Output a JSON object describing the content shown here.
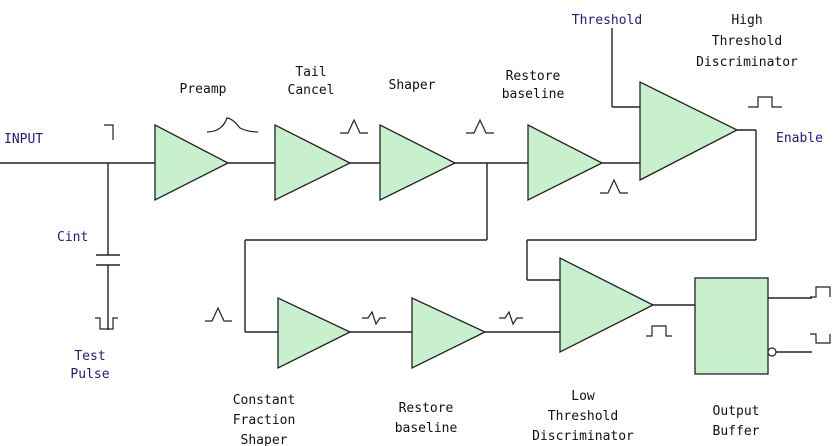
{
  "labels": {
    "input": "INPUT",
    "cint": "Cint",
    "test_pulse": [
      "Test",
      "Pulse"
    ],
    "preamp": "Preamp",
    "tail_cancel": [
      "Tail",
      "Cancel"
    ],
    "shaper": "Shaper",
    "restore_baseline_top": [
      "Restore",
      "baseline"
    ],
    "threshold": "Threshold",
    "high_threshold_discriminator": [
      "High",
      "Threshold",
      "Discriminator"
    ],
    "enable": "Enable",
    "constant_fraction_shaper": [
      "Constant",
      "Fraction",
      "Shaper"
    ],
    "restore_baseline_bottom": [
      "Restore",
      "baseline"
    ],
    "low_threshold_discriminator": [
      "Low",
      "Threshold",
      "Discriminator"
    ],
    "output_buffer": [
      "Output",
      "Buffer"
    ]
  },
  "colors": {
    "block_fill": "#c8f0cc",
    "label_blue": "#1a1a8c"
  }
}
